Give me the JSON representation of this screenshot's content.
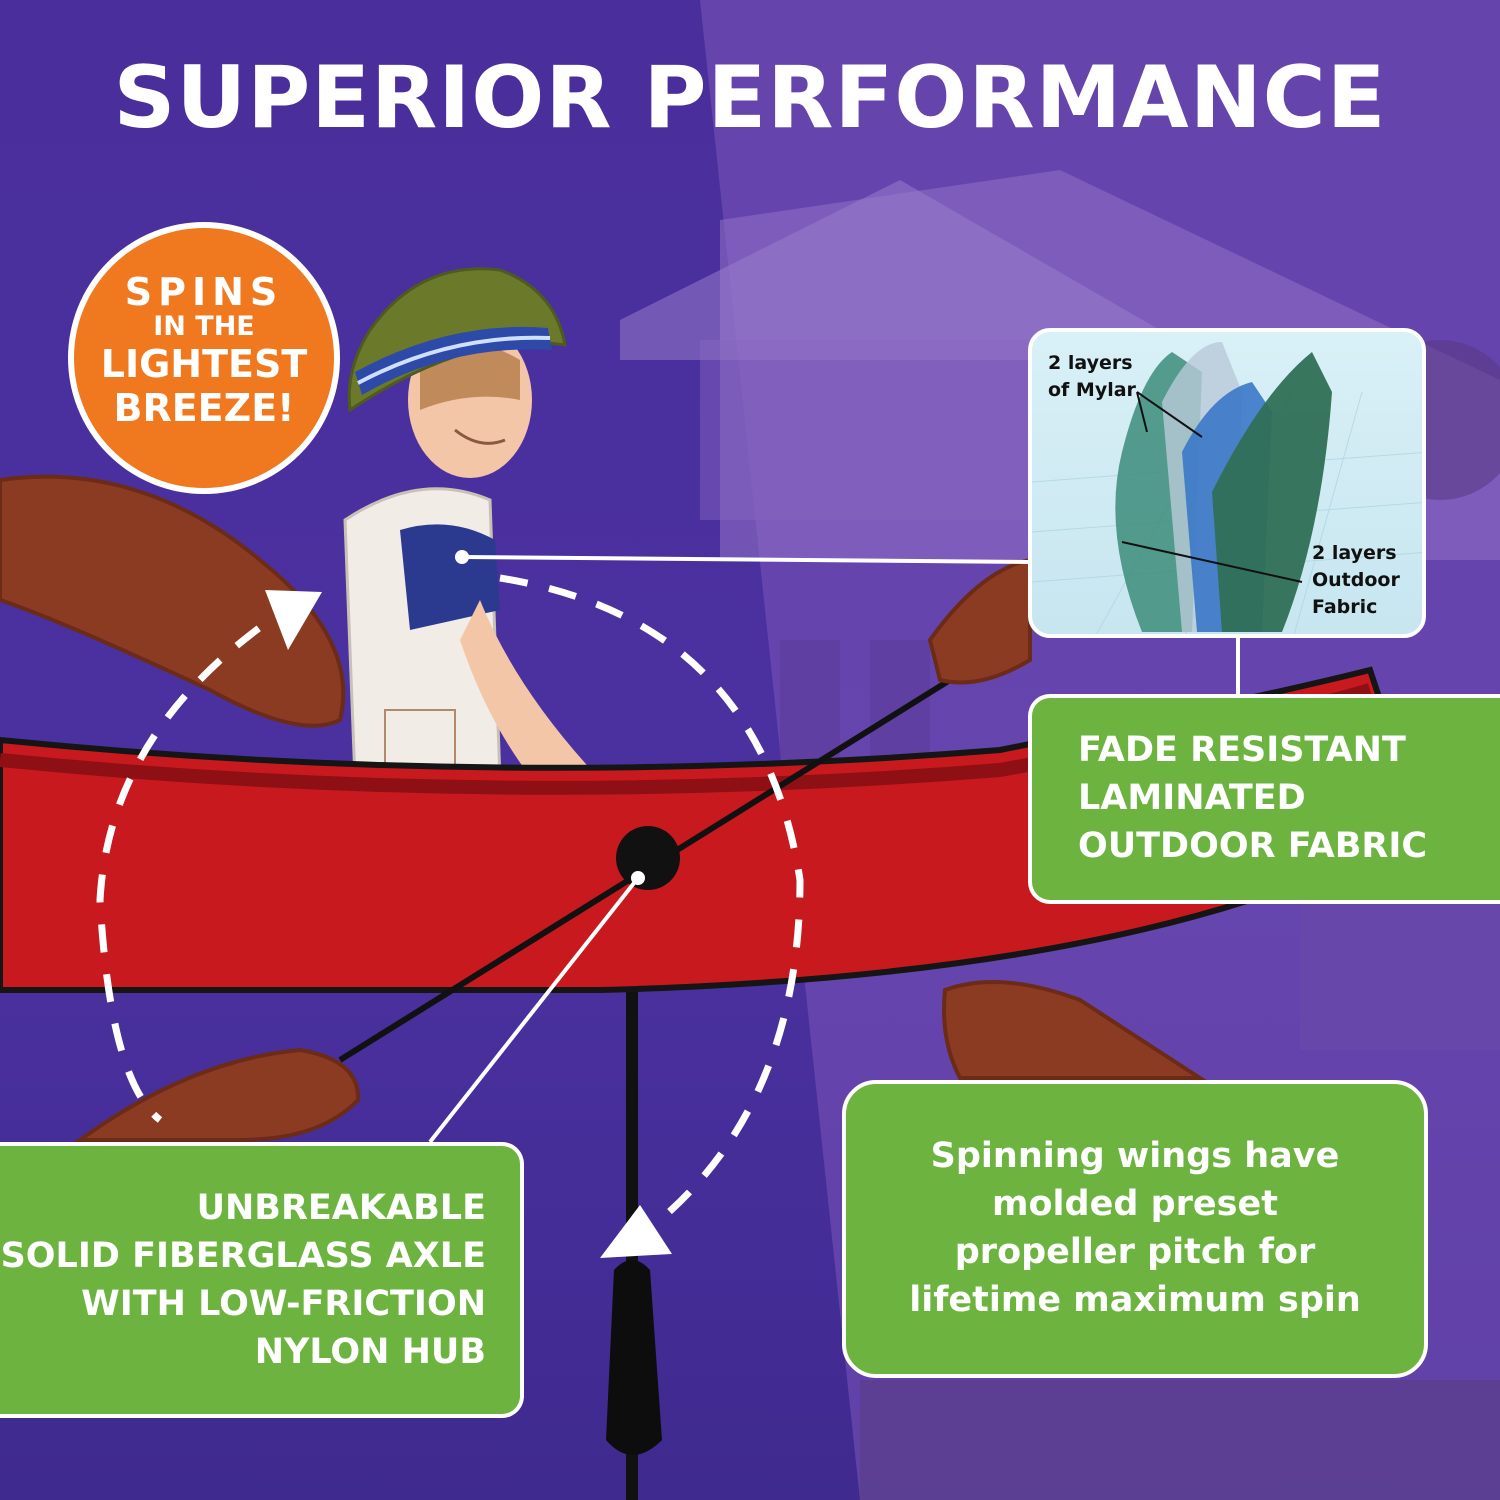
{
  "title": "SUPERIOR PERFORMANCE",
  "badge": {
    "line1": "SPINS",
    "line2": "IN THE",
    "line3": "LIGHTEST",
    "line4": "BREEZE!"
  },
  "inset": {
    "mylar_line1": "2 layers",
    "mylar_line2": "of Mylar",
    "fabric_line1": "2 layers",
    "fabric_line2": "Outdoor",
    "fabric_line3": "Fabric"
  },
  "callouts": {
    "fade": [
      "FADE RESISTANT",
      "LAMINATED",
      "OUTDOOR FABRIC"
    ],
    "axle": [
      "UNBREAKABLE",
      "SOLID FIBERGLASS AXLE",
      "WITH LOW-FRICTION",
      "NYLON HUB"
    ],
    "wings": [
      "Spinning wings have",
      "molded preset",
      "propeller pitch for",
      "lifetime maximum spin"
    ]
  },
  "colors": {
    "background": "#4a2f9c",
    "badge": "#f0781e",
    "callout": "#6cb33f",
    "canoe": "#c8191f",
    "paddle": "#8a3b22"
  }
}
